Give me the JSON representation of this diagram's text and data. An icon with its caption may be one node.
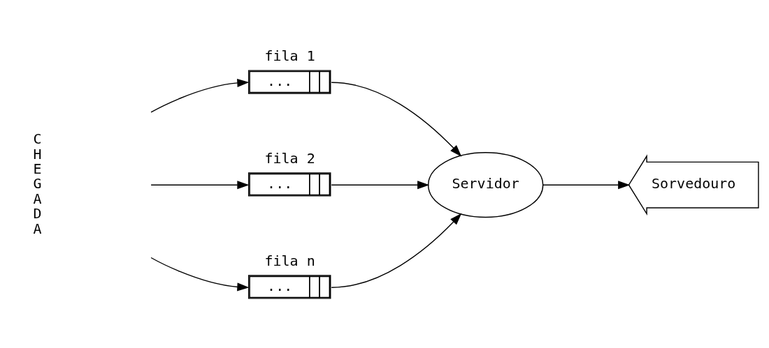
{
  "diagram": {
    "nodes": [
      {
        "text": [
          "fila 1",
          "..."
        ]
      },
      {
        "text": [
          "fila 2",
          "..."
        ]
      },
      {
        "text": [
          "fila n",
          "..."
        ]
      },
      {
        "text": [
          "Servidor"
        ]
      },
      {
        "text": [
          "Sorvedouro"
        ]
      }
    ],
    "edges": [
      {
        "from": null,
        "to": 0,
        "arrow": "to"
      },
      {
        "from": null,
        "to": 1,
        "arrow": "to"
      },
      {
        "from": null,
        "to": 2,
        "arrow": "to"
      },
      {
        "from": 0,
        "to": 3,
        "arrow": "to"
      },
      {
        "from": 1,
        "to": 3,
        "arrow": "to"
      },
      {
        "from": 2,
        "to": 3,
        "arrow": "to"
      },
      {
        "from": 3,
        "to": 4,
        "arrow": "to"
      }
    ],
    "labels": [
      "CHEGADA"
    ]
  }
}
